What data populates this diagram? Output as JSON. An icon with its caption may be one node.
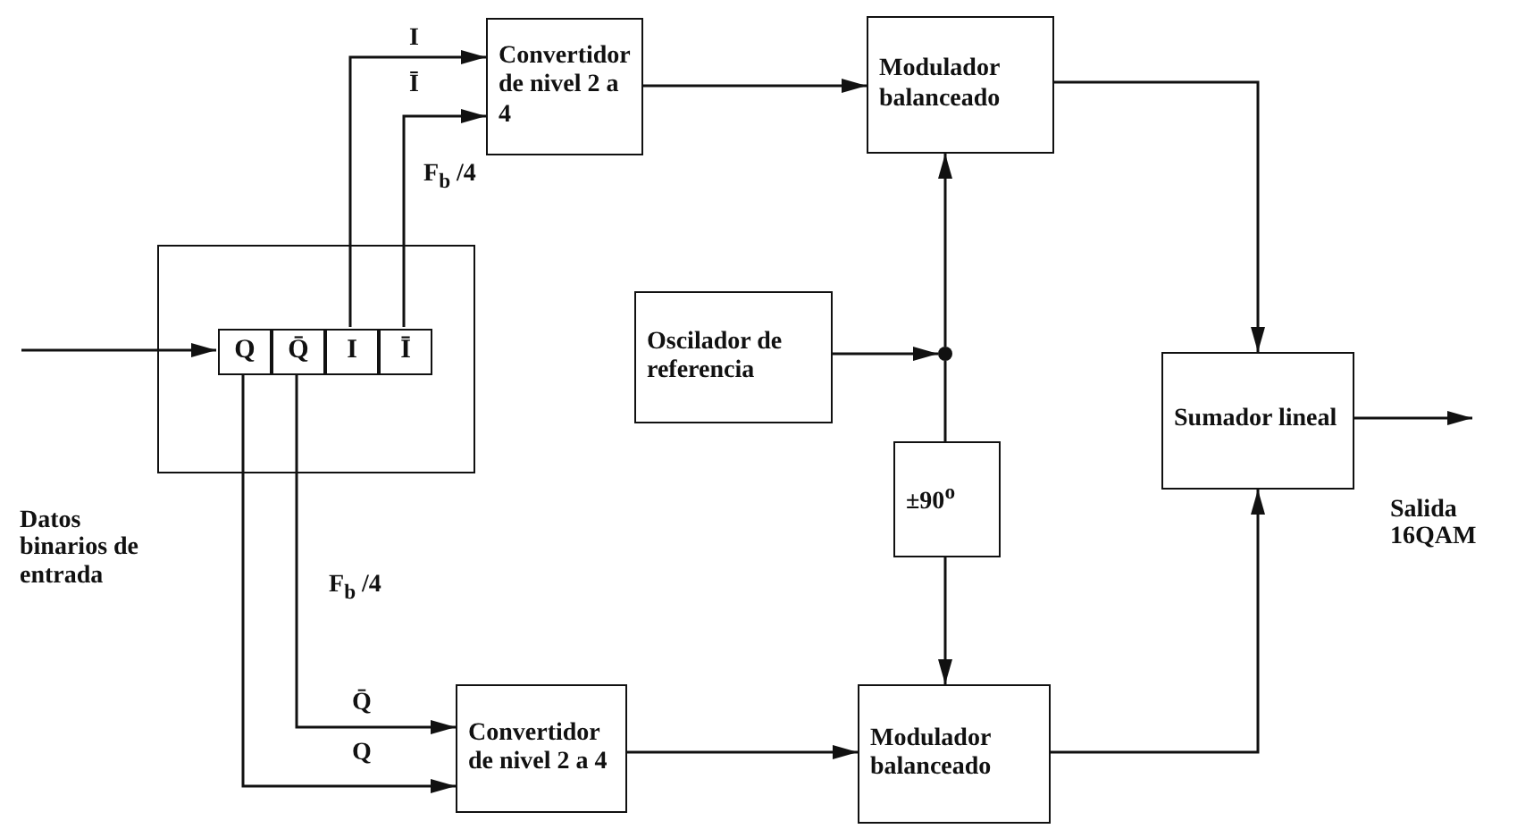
{
  "diagram": {
    "nodes": [
      {
        "text": [],
        "shape": "box"
      },
      {
        "text": [
          "Q"
        ],
        "in": 0
      },
      {
        "text": [
          "Q̄"
        ],
        "in": 0
      },
      {
        "text": [
          "I"
        ],
        "in": 0
      },
      {
        "text": [
          "Ī"
        ],
        "in": 0
      },
      {
        "text": [
          "Convertidor de nivel 2 a 4"
        ]
      },
      {
        "text": [
          "Modulador balanceado"
        ]
      },
      {
        "text": [
          "Oscilador de referencia"
        ]
      },
      {
        "text": [],
        "shape": "circle"
      },
      {
        "text": [
          "±90$^{o}$"
        ]
      },
      {
        "text": [
          "Sumador lineal"
        ]
      },
      {
        "text": [
          "Convertidor de nivel 2 a 4"
        ]
      },
      {
        "text": [
          "Modulador balanceado"
        ]
      }
    ],
    "edges": [
      {
        "from": null,
        "to": 1,
        "arrow": "to"
      },
      {
        "from": 3,
        "to": 5,
        "arrow": "to",
        "label": "I"
      },
      {
        "from": 4,
        "to": 5,
        "arrow": "to",
        "label": "Ī"
      },
      {
        "from": 2,
        "to": 11,
        "arrow": "to",
        "label": "Q̄"
      },
      {
        "from": 1,
        "to": 11,
        "arrow": "to",
        "label": "Q"
      },
      {
        "from": 5,
        "to": 6,
        "arrow": "to"
      },
      {
        "from": 11,
        "to": 12,
        "arrow": "to"
      },
      {
        "from": 7,
        "to": 8,
        "arrow": "to"
      },
      {
        "from": 8,
        "to": 6,
        "arrow": "to"
      },
      {
        "from": 8,
        "to": 9,
        "arrow": "none"
      },
      {
        "from": 9,
        "to": 12,
        "arrow": "to"
      },
      {
        "from": 6,
        "to": 10,
        "arrow": "to"
      },
      {
        "from": 12,
        "to": 10,
        "arrow": "to"
      },
      {
        "from": 10,
        "to": null,
        "arrow": "to"
      }
    ],
    "labels": [
      "F$_{b}$ /4",
      "Datos binarios de entrada",
      "F$_{b}$ /4",
      "Salida 16QAM"
    ]
  }
}
